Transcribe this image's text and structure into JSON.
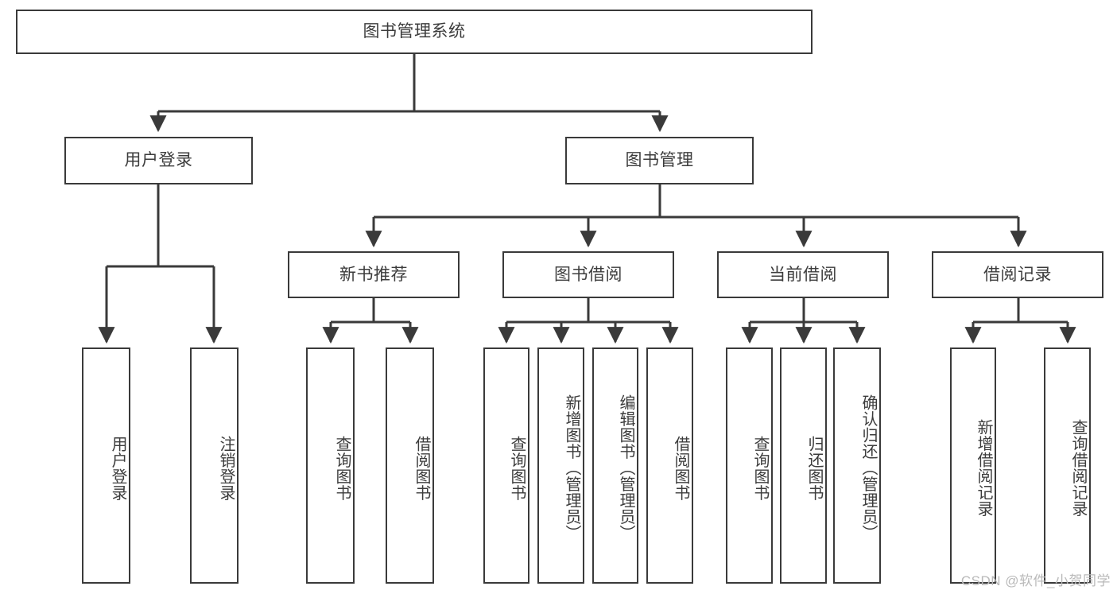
{
  "diagram": {
    "title": "图书管理系统",
    "type": "tree-hierarchy-chart",
    "background_color": "#ffffff",
    "box_border_color": "#3a3a3a",
    "text_color": "#3c3c3c",
    "connector_color": "#3a3a3a"
  },
  "root": {
    "label": "图书管理系统"
  },
  "level2": [
    {
      "label": "用户登录"
    },
    {
      "label": "图书管理"
    }
  ],
  "level3": [
    {
      "label": "新书推荐"
    },
    {
      "label": "图书借阅"
    },
    {
      "label": "当前借阅"
    },
    {
      "label": "借阅记录"
    }
  ],
  "leaves": {
    "user_login": [
      {
        "label": "用户登录"
      },
      {
        "label": "注销登录"
      }
    ],
    "new_book_recommend": [
      {
        "label": "查询图书"
      },
      {
        "label": "借阅图书"
      }
    ],
    "book_borrow": [
      {
        "label": "查询图书"
      },
      {
        "label": "新增图书（管理员）"
      },
      {
        "label": "编辑图书（管理员）"
      },
      {
        "label": "借阅图书"
      }
    ],
    "current_borrow": [
      {
        "label": "查询图书"
      },
      {
        "label": "归还图书"
      },
      {
        "label": "确认归还（管理员）"
      }
    ],
    "borrow_record": [
      {
        "label": "新增借阅记录"
      },
      {
        "label": "查询借阅记录"
      }
    ]
  },
  "watermark": {
    "text": "CSDN @软件_小贺同学"
  }
}
